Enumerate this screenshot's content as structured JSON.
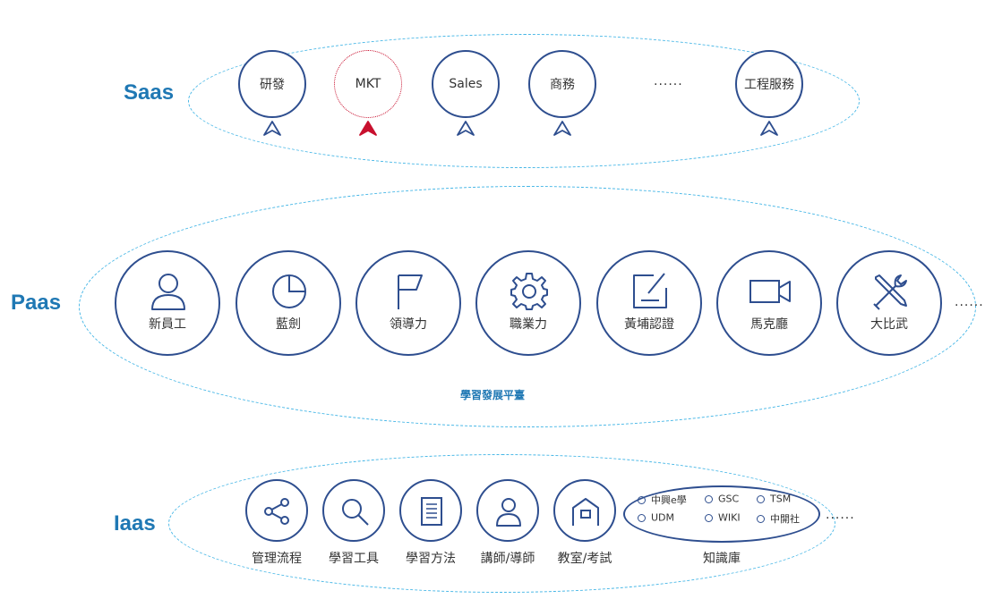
{
  "layers": {
    "saas": "Saas",
    "paas": "Paas",
    "iaas": "Iaas"
  },
  "saas": {
    "nodes": [
      "研發",
      "MKT",
      "Sales",
      "商務",
      "工程服務"
    ],
    "highlighted": "MKT",
    "ellipsis": "......"
  },
  "paas": {
    "nodes": [
      {
        "label": "新員工",
        "icon": "person-icon"
      },
      {
        "label": "藍劍",
        "icon": "pie-chart-icon"
      },
      {
        "label": "領導力",
        "icon": "flag-icon"
      },
      {
        "label": "職業力",
        "icon": "gear-icon"
      },
      {
        "label": "黃埔認證",
        "icon": "edit-square-icon"
      },
      {
        "label": "馬克廳",
        "icon": "video-camera-icon"
      },
      {
        "label": "大比武",
        "icon": "tools-icon"
      }
    ],
    "ellipsis": "......",
    "caption": "學習發展平臺"
  },
  "iaas": {
    "nodes": [
      {
        "label": "管理流程",
        "icon": "share-icon"
      },
      {
        "label": "學習工具",
        "icon": "search-icon"
      },
      {
        "label": "學習方法",
        "icon": "document-icon"
      },
      {
        "label": "講師/導師",
        "icon": "person-icon"
      },
      {
        "label": "教室/考試",
        "icon": "house-icon"
      }
    ],
    "knowledge_base": {
      "label": "知識庫",
      "items": [
        "中興e學",
        "GSC",
        "TSM",
        "UDM",
        "WIKI",
        "中開社"
      ]
    },
    "ellipsis": "......"
  },
  "colors": {
    "accent": "#1f78b4",
    "node_border": "#2e4e8f",
    "dashed_oval": "#45b6e6",
    "highlight": "#c8102e"
  }
}
